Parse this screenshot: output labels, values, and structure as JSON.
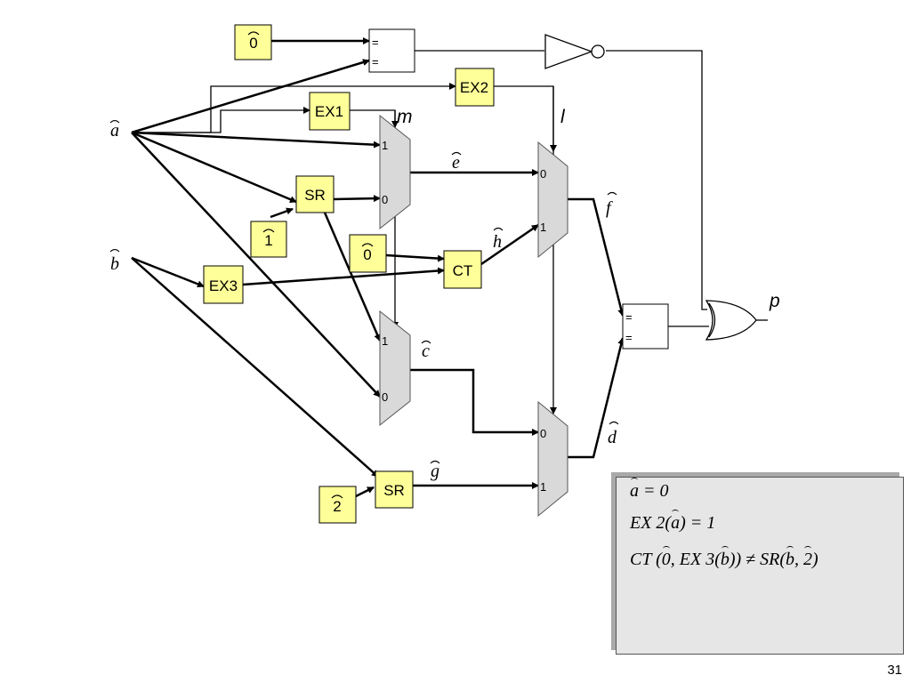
{
  "boxes": {
    "const0_top": "0",
    "ex2": "EX2",
    "ex1": "EX1",
    "sr_mid": "SR",
    "const1": "1",
    "const0_mid": "0",
    "ct": "CT",
    "ex3": "EX3",
    "const2": "2",
    "sr_bottom": "SR"
  },
  "mux_pins": {
    "one": "1",
    "zero": "0"
  },
  "comparator_symbol": "=",
  "signals": {
    "a": "a",
    "b": "b",
    "c": "c",
    "d": "d",
    "e": "e",
    "f": "f",
    "g": "g",
    "h": "h",
    "m": "m",
    "l": "l",
    "p": "p"
  },
  "formulas": [
    "a = 0",
    "EX 2(a) = 1",
    "CT (0, EX 3(b)) ≠ SR(b, 2)"
  ],
  "formula_parts": {
    "f1_a": "a",
    "f1_rest": " = 0",
    "f2_pre": "EX 2(",
    "f2_a": "a",
    "f2_post": ") = 1",
    "f3_pre": "CT (",
    "f3_zero": "0",
    "f3_mid": ", EX 3(",
    "f3_b": "b",
    "f3_mid2": ")) ≠ SR(",
    "f3_b2": "b",
    "f3_comma": ", ",
    "f3_two": "2",
    "f3_end": ")"
  },
  "page_number": "31",
  "colors": {
    "box_fill": "#ffff99",
    "mux_fill": "#d9d9d9",
    "panel_fill": "#e6e6e6"
  }
}
